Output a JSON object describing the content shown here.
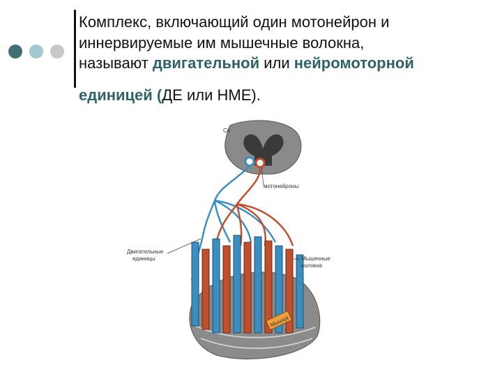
{
  "bullet": {
    "dot_colors": [
      "#3d6f74",
      "#9fc9cd",
      "#c8c8c8"
    ]
  },
  "text": {
    "line1": "Комплекс, включающий один мотонейрон и",
    "line2": "иннервируемые им мышечные волокна,",
    "line3_pre": "называют ",
    "term1": "двигательной",
    "line3_mid": " или ",
    "term2": "нейромоторной",
    "term3": "единицей (",
    "line4_post": "ДЕ или НМЕ)."
  },
  "figure": {
    "icon": "motor-unit-illustration",
    "labels": {
      "top": "Св",
      "motoneurons": "мотонейроны",
      "units_l1": "Двигательные",
      "units_l2": "единицы",
      "fibers_l1": "Мышечные",
      "fibers_l2": "волокна",
      "tag": "Мышца"
    },
    "colors": {
      "blue": "#3b8fc0",
      "red": "#c0502d",
      "cord": "#8a8a8a",
      "muscle": "#8b8b8b"
    }
  }
}
